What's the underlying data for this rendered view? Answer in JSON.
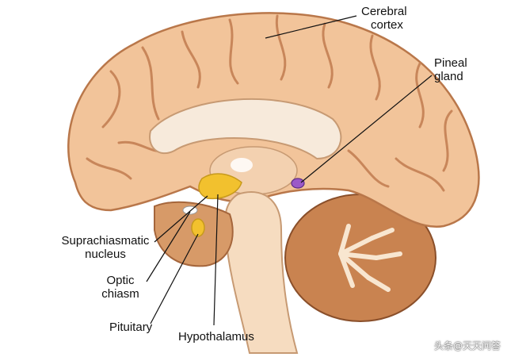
{
  "labels": {
    "cerebral_cortex": [
      "Cerebral",
      "cortex"
    ],
    "pineal_gland": [
      "Pineal",
      "gland"
    ],
    "suprachiasmatic_nucleus": [
      "Suprachiasmatic",
      "nucleus"
    ],
    "optic_chiasm": [
      "Optic",
      "chiasm"
    ],
    "pituitary": "Pituitary",
    "hypothalamus": "Hypothalamus"
  },
  "colors": {
    "cortex": "#f2c49a",
    "cortex_shadow": "#c8865a",
    "brainstem": "#f6dcc0",
    "corpus_callosum": "#f7eadb",
    "hypothalamus": "#f2c12e",
    "pineal": "#9b59c8",
    "cerebellum": "#c98350"
  },
  "watermark": "头条@天天问答"
}
